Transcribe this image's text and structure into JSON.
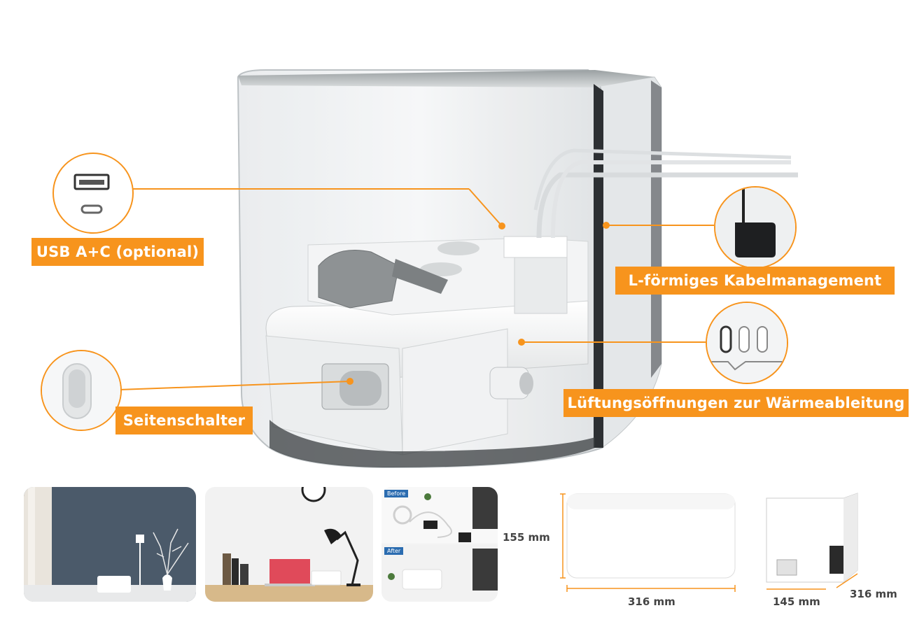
{
  "callouts": {
    "usb": "USB A+C (optional)",
    "cable": "L-förmiges Kabelmanagement",
    "switch": "Seitenschalter",
    "vent": "Lüftungsöffnungen zur Wärmeableitung"
  },
  "dimensions": {
    "height": "155 mm",
    "width_front": "316 mm",
    "depth": "145 mm",
    "width_side": "316 mm"
  },
  "thumbnails": {
    "before_label": "Before",
    "after_label": "After"
  },
  "colors": {
    "accent": "#f7941d",
    "wall_dark": "#4b5a6a"
  }
}
